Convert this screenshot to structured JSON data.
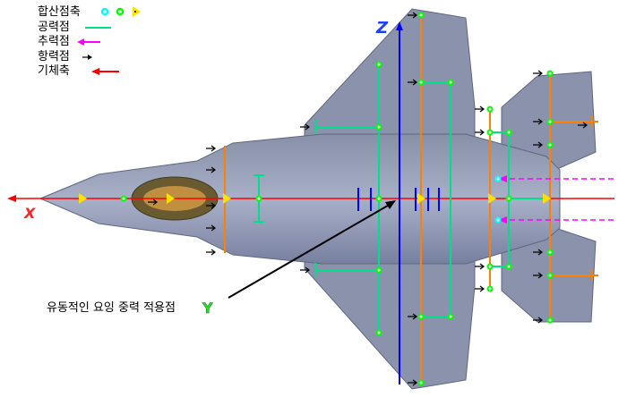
{
  "legend": {
    "resultant_axis": "합산점축",
    "lift_point": "공력점",
    "thrust_point": "추력점",
    "drag_point": "항력점",
    "body_axis": "기체축"
  },
  "axis_labels": {
    "x": "X",
    "z": "Z",
    "y": "Y"
  },
  "annotation": "유동적인 요잉 중력 적용점",
  "colors": {
    "body_axis": "#ff0000",
    "z_axis": "#0000ff",
    "lift": "#00e08a",
    "thrust": "#ff00ff",
    "drag": "#000000",
    "resultant": "#ff8000",
    "marker_cyan": "#00ffff",
    "marker_green": "#00ff00",
    "marker_yellow": "#ffe000"
  }
}
